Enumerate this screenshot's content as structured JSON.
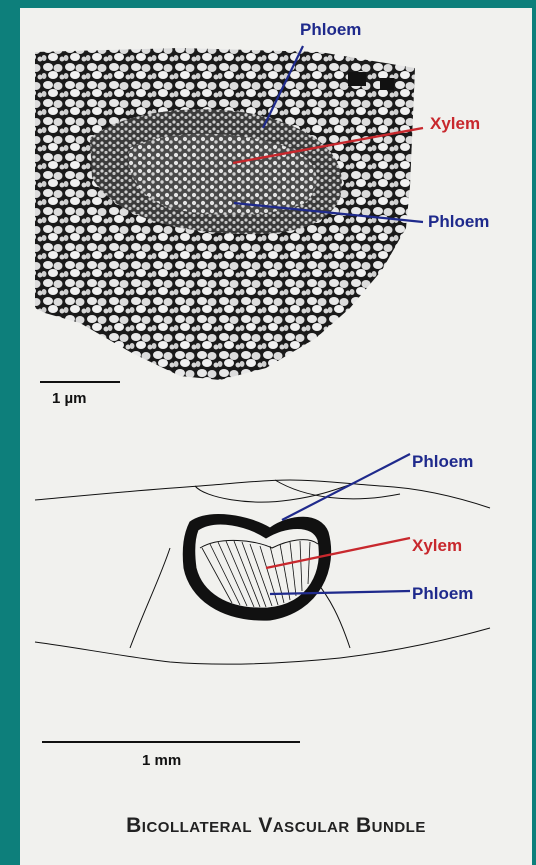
{
  "colors": {
    "background": "#0d7f7b",
    "card": "#f1f1ee",
    "phloem": "#1f2a8c",
    "xylem": "#c8282d"
  },
  "micrograph": {
    "labels": {
      "phloem_top": "Phloem",
      "xylem": "Xylem",
      "phloem_bottom": "Phloem"
    },
    "scale_bar": "1 µm"
  },
  "drawing": {
    "labels": {
      "phloem_top": "Phloem",
      "xylem": "Xylem",
      "phloem_bottom": "Phloem"
    },
    "scale_bar": "1 mm"
  },
  "title": "Bicollateral Vascular Bundle"
}
